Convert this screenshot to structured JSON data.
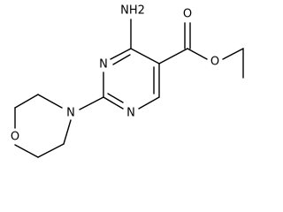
{
  "molecule": {
    "atoms": {
      "nh2": "NH2",
      "n_ring_top": "N",
      "n_ring_bottom": "N",
      "n_morpholine": "N",
      "o_morpholine": "O",
      "o_carbonyl": "O",
      "o_ester": "O"
    }
  },
  "colors": {
    "bond": "#000000",
    "label": "#000000",
    "background": "#ffffff"
  }
}
